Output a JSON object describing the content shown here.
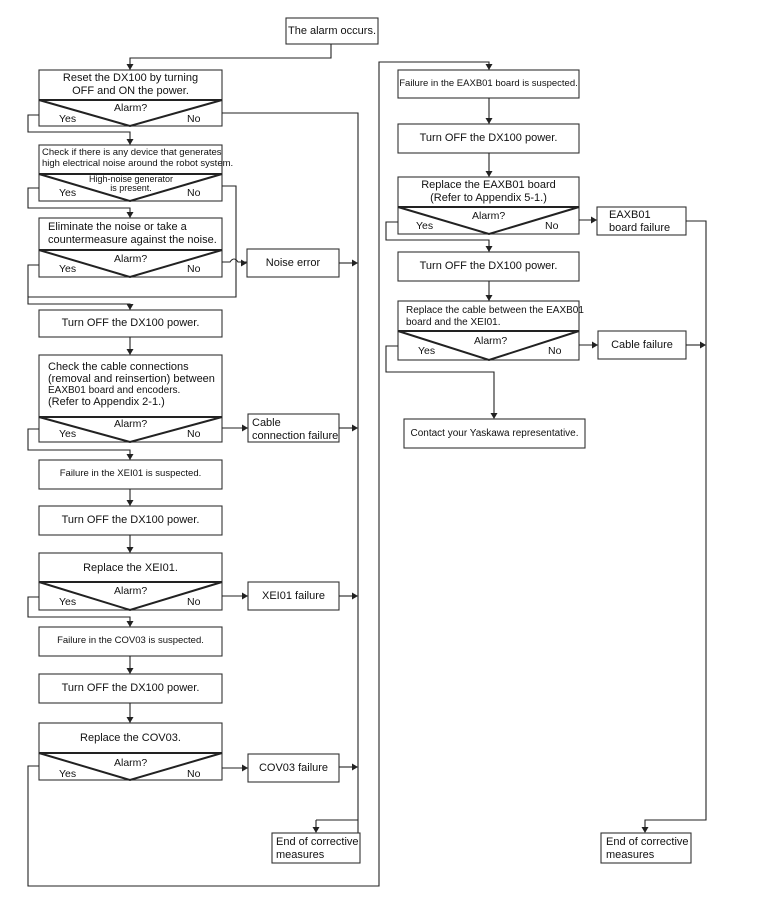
{
  "flowchart": {
    "start": "The alarm occurs.",
    "left_column": {
      "reset": [
        "Reset the DX100 by turning",
        "OFF and ON the power."
      ],
      "check_noise": [
        "Check if there is any device that generates",
        "high electrical noise around the robot system."
      ],
      "noise_condition": [
        "High-noise generator",
        "is present."
      ],
      "eliminate_noise": [
        "Eliminate the noise or take a",
        "countermeasure against the noise."
      ],
      "turn_off_1": "Turn OFF the DX100 power.",
      "check_cables": [
        "Check the cable connections",
        "(removal and reinsertion) between",
        "EAXB01 board and encoders.",
        "(Refer to Appendix 2-1.)"
      ],
      "xei01_suspected": "Failure in the XEI01 is suspected.",
      "turn_off_2": "Turn OFF the DX100 power.",
      "replace_xei01": "Replace the XEI01.",
      "cov03_suspected": "Failure in the COV03 is suspected.",
      "turn_off_3": "Turn OFF the DX100 power.",
      "replace_cov03": "Replace the COV03."
    },
    "right_column": {
      "eaxb01_suspected": "Failure in the EAXB01 board is suspected.",
      "turn_off_1": "Turn OFF the DX100 power.",
      "replace_eaxb01": [
        "Replace the EAXB01 board",
        "(Refer to Appendix 5-1.)"
      ],
      "turn_off_2": "Turn OFF the DX100 power.",
      "replace_cable": [
        "Replace the cable between the EAXB01",
        "board and the XEI01."
      ],
      "contact": "Contact your Yaskawa representative."
    },
    "results": {
      "noise_error": "Noise error",
      "cable_connection_failure": [
        "Cable",
        "connection failure"
      ],
      "xei01_failure": "XEI01 failure",
      "cov03_failure": "COV03 failure",
      "end_left": [
        "End of corrective",
        "measures"
      ],
      "eaxb01_failure": [
        "EAXB01",
        "board failure"
      ],
      "cable_failure": "Cable failure",
      "end_right": [
        "End of corrective",
        "measures"
      ]
    },
    "decision": {
      "question": "Alarm?",
      "yes": "Yes",
      "no": "No"
    }
  }
}
